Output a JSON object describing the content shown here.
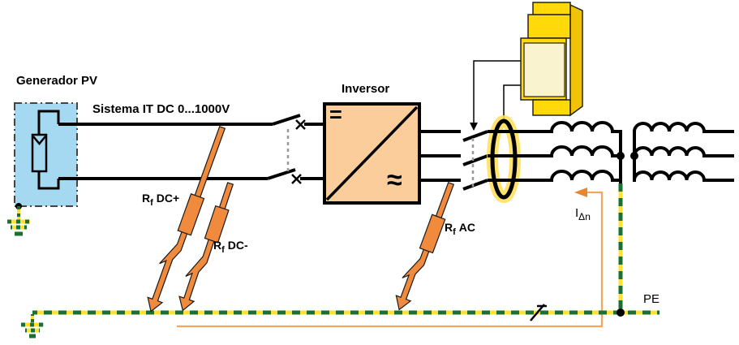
{
  "labels": {
    "pv_generator": "Generador PV",
    "dc_system": "Sistema IT DC 0...1000V",
    "inverter": "Inversor",
    "rf_dc_plus": {
      "main": "R",
      "sub": "f",
      "rest": "DC+"
    },
    "rf_dc_minus": {
      "main": "R",
      "sub": "f",
      "rest": "DC-"
    },
    "rf_ac": {
      "main": "R",
      "sub": "f",
      "rest": "AC"
    },
    "residual_current": {
      "main": "I",
      "sub": "Δn"
    },
    "pe": "PE"
  },
  "icons": {
    "dc_symbol": "=",
    "ac_symbol": "≈",
    "fault_arrow": "lightning-bolt-with-resistor",
    "ct_ring": "toroid-oval",
    "earth": "ground-bars"
  },
  "colors": {
    "pv_box_fill": "#A5D9F2",
    "inverter_fill": "#FBCD9B",
    "fault_orange": "#F08A3C",
    "device_yellow": "#FFD90A",
    "device_panel": "#FAF3CF",
    "ct_glow": "#FFDE52",
    "pe_yellow": "#FFE133",
    "pe_green": "#1B7034",
    "loop_orange": "#F2A761",
    "wire_black": "#000000",
    "link_gray": "#999999"
  }
}
